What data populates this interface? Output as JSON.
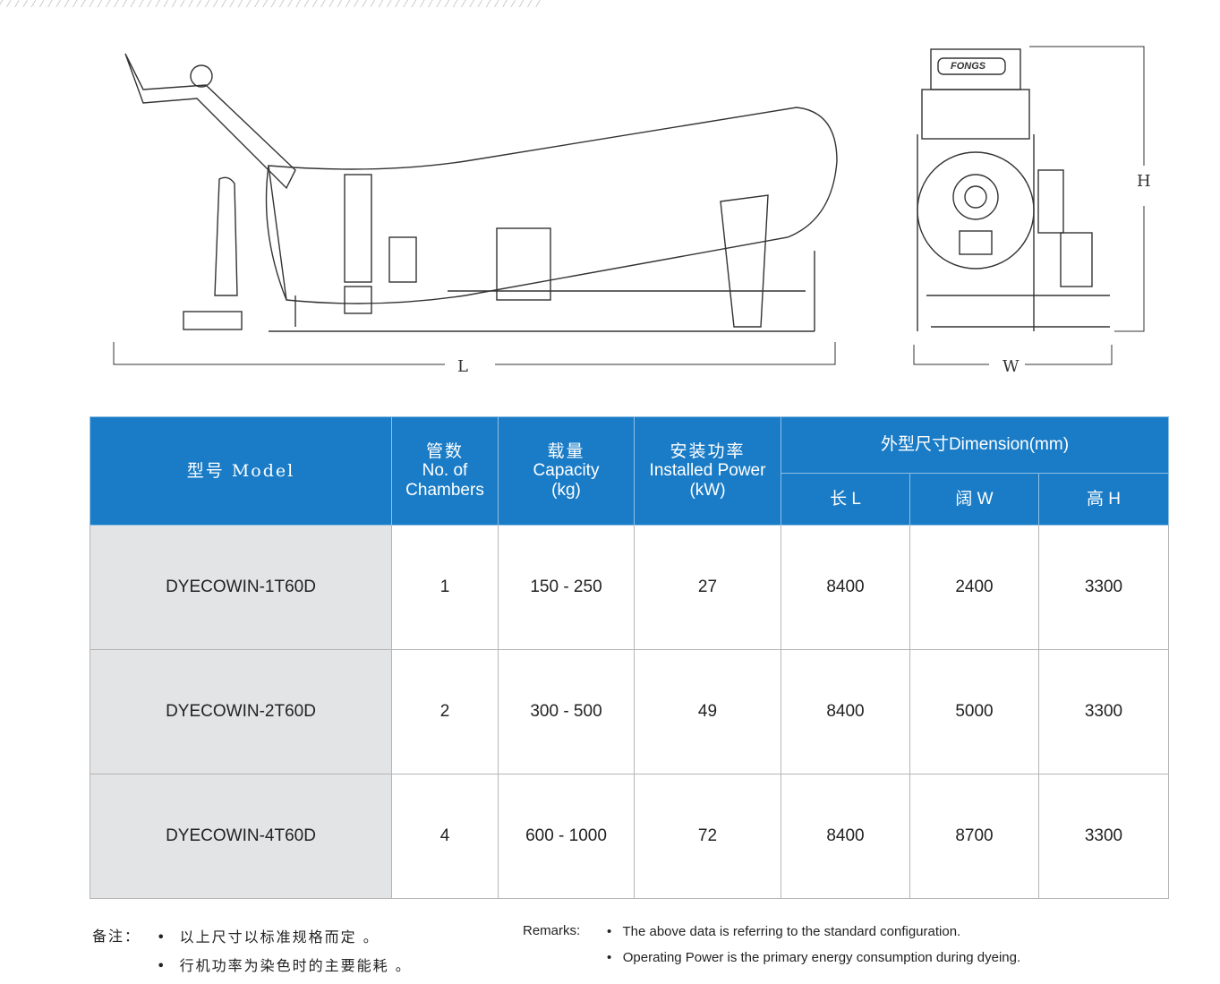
{
  "drawing": {
    "length_label": "L",
    "width_label": "W",
    "height_label": "H",
    "logo": "FONGS"
  },
  "table": {
    "headers": {
      "model": "型号 Model",
      "chambers_cn": "管数",
      "chambers_en1": "No. of",
      "chambers_en2": "Chambers",
      "capacity_cn": "载量",
      "capacity_en1": "Capacity",
      "capacity_en2": "(kg)",
      "power_cn": "安装功率",
      "power_en1": "Installed Power",
      "power_en2": "(kW)",
      "dimension": "外型尺寸Dimension(mm)",
      "length": "长 L",
      "width": "阔  W",
      "height": "高 H"
    },
    "rows": [
      {
        "model": "DYECOWIN-1T60D",
        "chambers": "1",
        "capacity": "150 - 250",
        "power": "27",
        "length": "8400",
        "width": "2400",
        "height": "3300"
      },
      {
        "model": "DYECOWIN-2T60D",
        "chambers": "2",
        "capacity": "300 - 500",
        "power": "49",
        "length": "8400",
        "width": "5000",
        "height": "3300"
      },
      {
        "model": "DYECOWIN-4T60D",
        "chambers": "4",
        "capacity": "600 - 1000",
        "power": "72",
        "length": "8400",
        "width": "8700",
        "height": "3300"
      }
    ]
  },
  "remarks": {
    "cn_label": "备注：",
    "cn_items": [
      "以上尺寸以标准规格而定 。",
      "行机功率为染色时的主要能耗 。"
    ],
    "en_label": "Remarks:",
    "en_items": [
      "The above data is referring to the standard configuration.",
      "Operating Power is the primary energy consumption during dyeing."
    ]
  }
}
